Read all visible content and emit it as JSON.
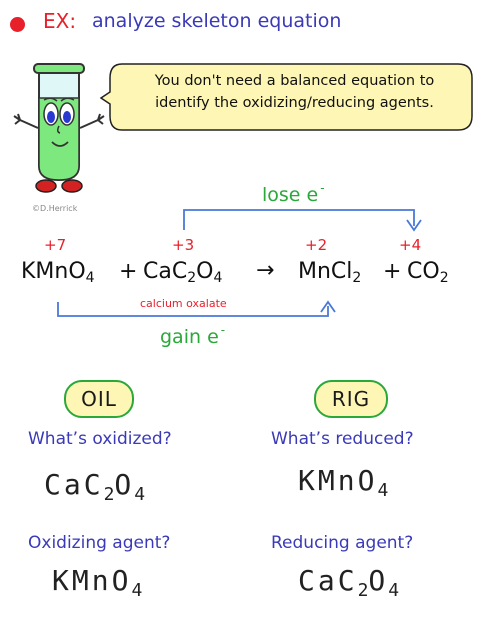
{
  "header": {
    "ex": "EX:",
    "title": "analyze skeleton equation"
  },
  "bubble": {
    "line1": "You don't need a balanced equation to",
    "line2": "identify the oxidizing/reducing agents."
  },
  "credit": "©D.Herrick",
  "labels": {
    "lose": "lose e",
    "gain": "gain e",
    "electron_sup": "-"
  },
  "oxidation_states": {
    "mn_left": "+7",
    "c_left": "+3",
    "mn_right": "+2",
    "c_right": "+4"
  },
  "equation": {
    "kmno4": {
      "a": "KMnO",
      "sub": "4"
    },
    "plus": "+",
    "cac2o4": {
      "a": "CaC",
      "sub1": "2",
      "b": "O",
      "sub2": "4"
    },
    "arrow": "→",
    "mncl2": {
      "a": "MnCl",
      "sub": "2"
    },
    "co2": {
      "a": "CO",
      "sub": "2"
    },
    "note": "calcium oxalate"
  },
  "mnemonics": {
    "oil": "OIL",
    "rig": "RIG"
  },
  "questions": {
    "oxidized": "What’s oxidized?",
    "reduced": "What’s reduced?",
    "oxidizing_agent": "Oxidizing agent?",
    "reducing_agent": "Reducing agent?"
  },
  "answers": {
    "oxidized": {
      "a": "CaC",
      "sub1": "2",
      "b": "O",
      "sub2": "4"
    },
    "reduced": {
      "a": "KMnO",
      "sub": "4"
    },
    "oxidizing_agent": {
      "a": "KMnO",
      "sub": "4"
    },
    "reducing_agent": {
      "a": "CaC",
      "sub1": "2",
      "b": "O",
      "sub2": "4"
    }
  },
  "colors": {
    "red": "#e8202a",
    "blue": "#3a3ab8",
    "green": "#2aa83a",
    "bubble_fill": "#fdf6b4",
    "arrow_blue": "#4a78d8"
  }
}
